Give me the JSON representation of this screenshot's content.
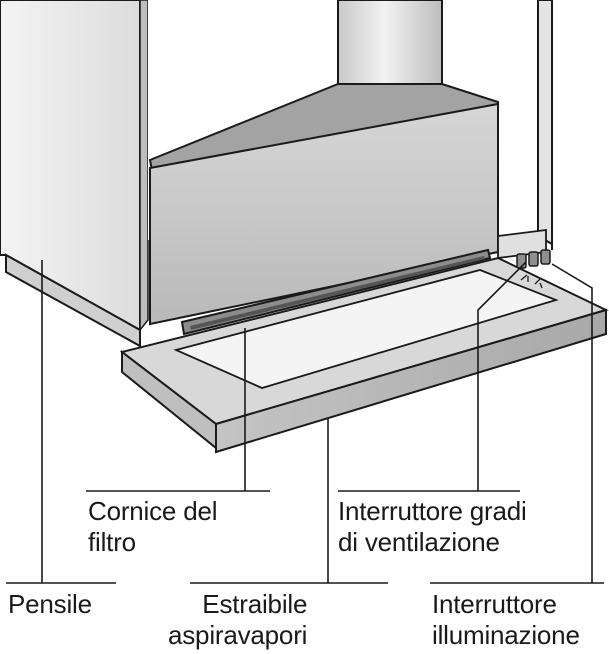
{
  "labels": {
    "cornice_filtro": "Cornice del\nfiltro",
    "interruttore_ventilazione": "Interruttore gradi\ndi ventilazione",
    "pensile": "Pensile",
    "estraibile_aspiravapori": "Estraibile\naspiravapori",
    "interruttore_illuminazione": "Interruttore\nilluminazione"
  },
  "colors": {
    "line": "#1a1a1a",
    "cabinet_light": "#ededed",
    "cabinet_mid": "#d2d2d2",
    "cabinet_dark": "#a9a9a9",
    "hood_front": "#c8c8c8",
    "hood_top": "#9c9c9c",
    "tray_top": "#d9d9d9",
    "tray_front": "#b4b4b4",
    "glass": "#f5f5f5",
    "chimney": "#e2e2e2"
  }
}
